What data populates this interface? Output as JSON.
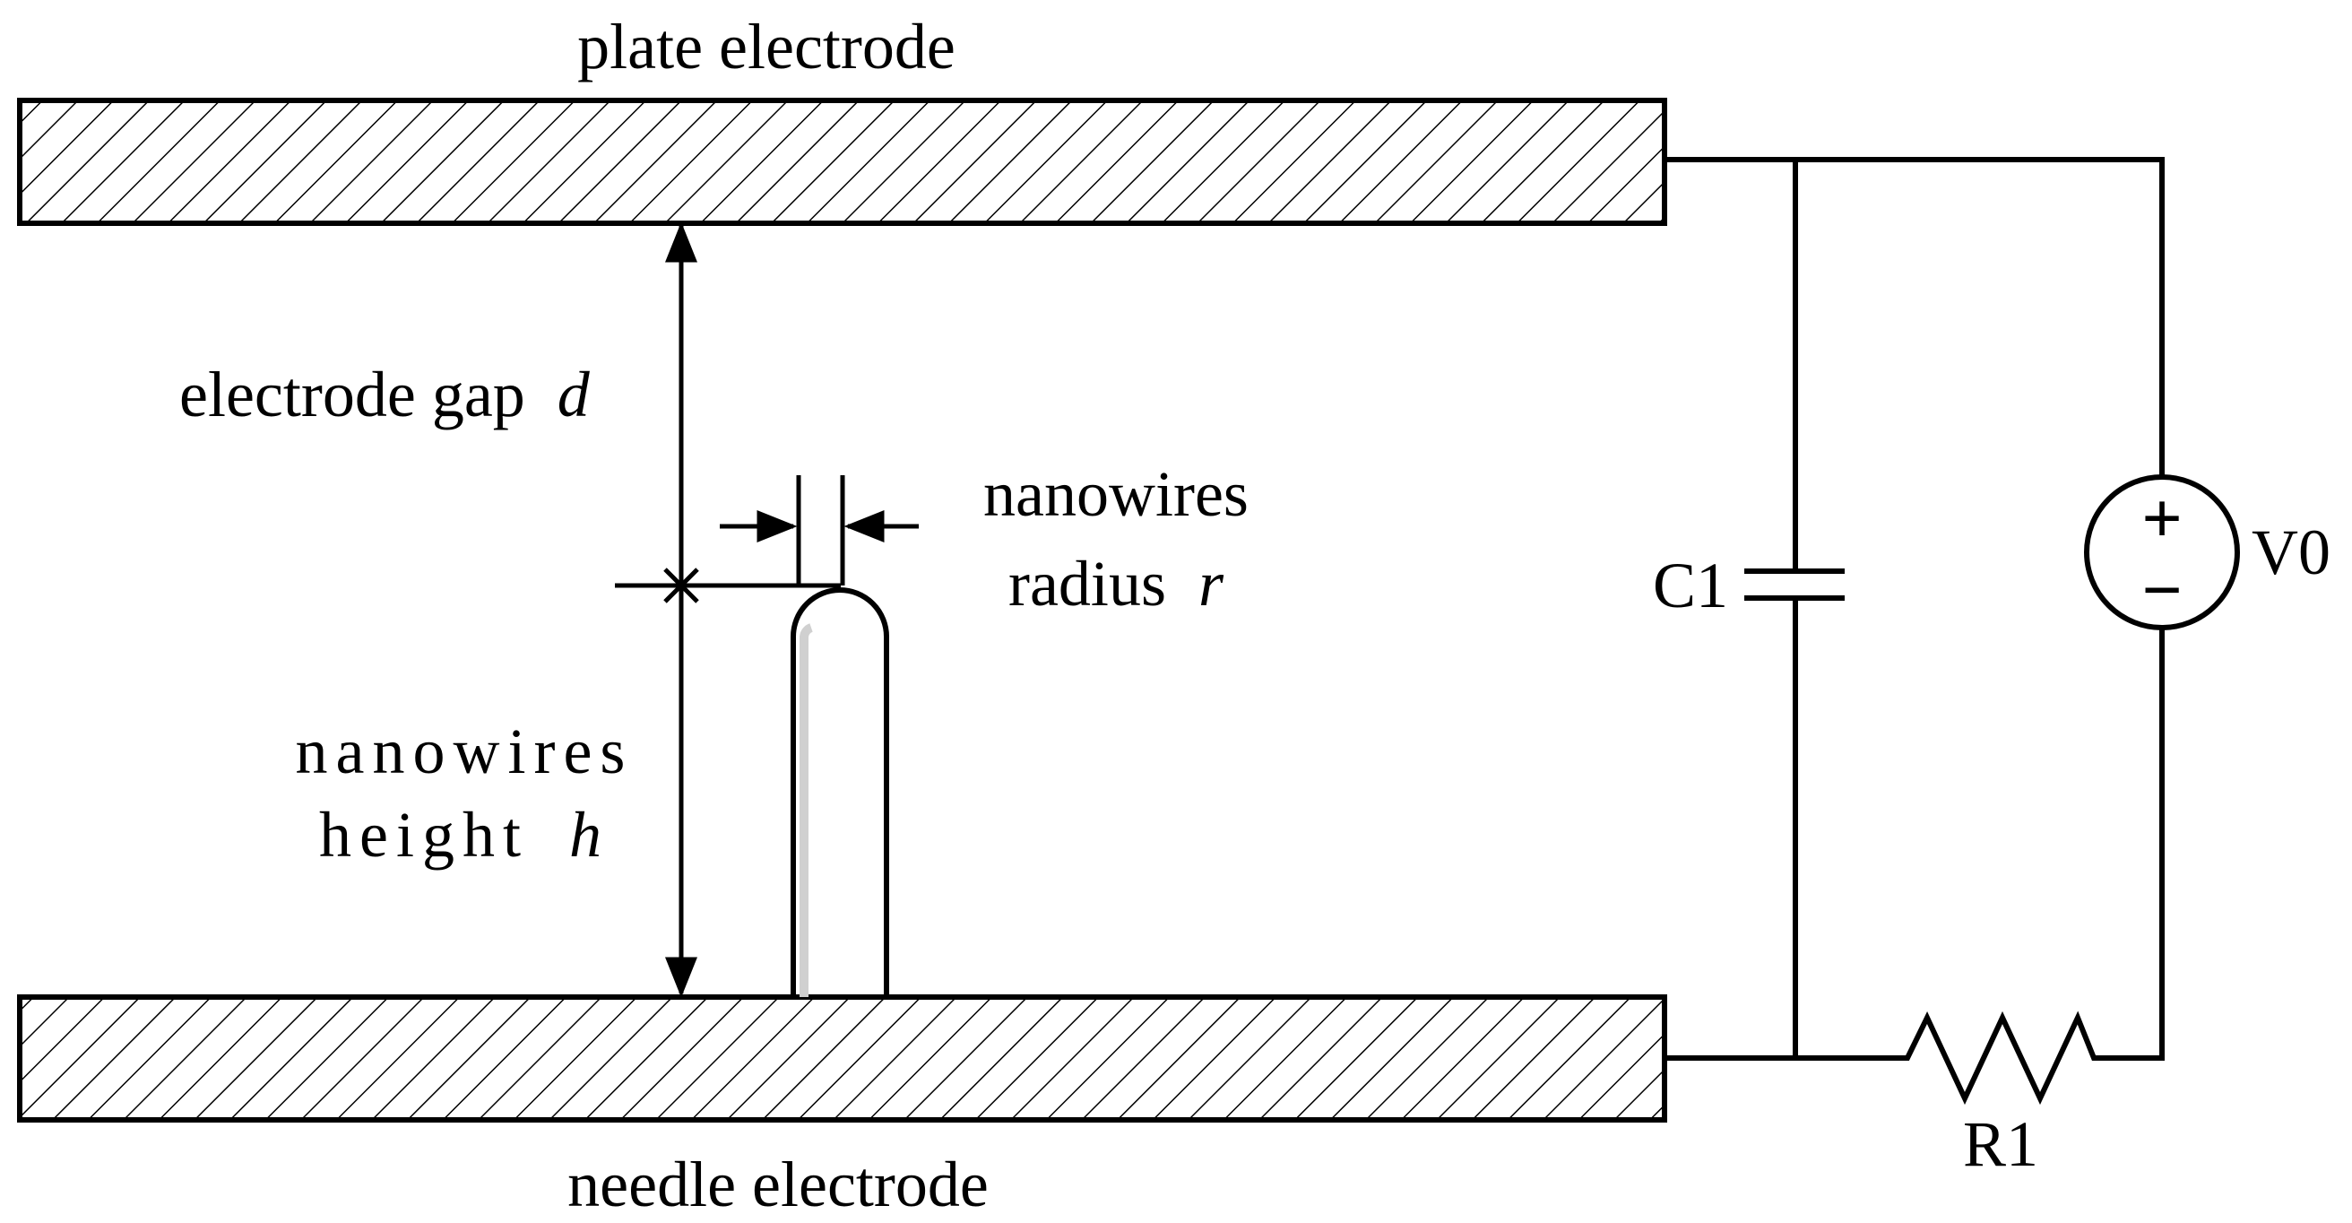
{
  "labels": {
    "plate_electrode": "plate electrode",
    "needle_electrode": "needle electrode",
    "gap_text": "electrode gap",
    "gap_symbol": "d",
    "radius_line1": "nanowires",
    "radius_text": "radius",
    "radius_symbol": "r",
    "height_line1": "nanowires",
    "height_text": "height",
    "height_symbol": "h",
    "capacitor": "C1",
    "resistor": "R1",
    "source": "V0",
    "plus": "+",
    "minus": "−"
  },
  "colors": {
    "stroke": "#000000",
    "background": "#ffffff",
    "highlight": "#d0d0d0"
  }
}
